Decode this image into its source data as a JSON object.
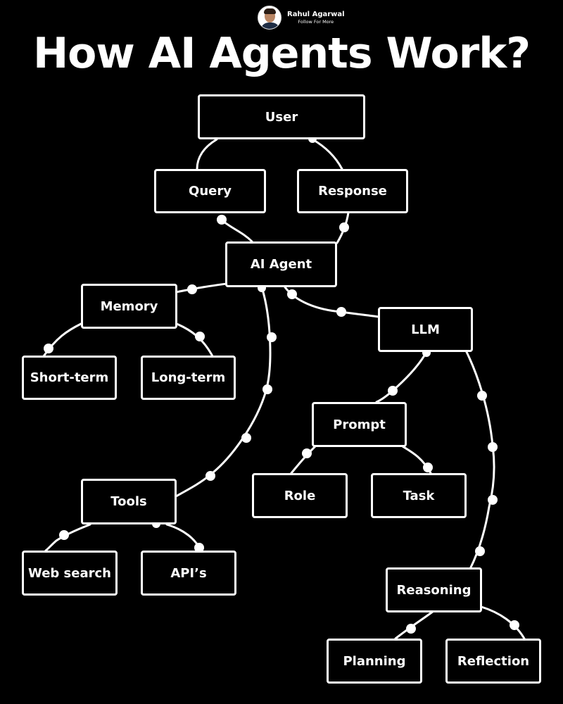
{
  "author": {
    "name": "Rahul Agarwal",
    "subtitle": "Follow For More"
  },
  "title": "How AI Agents Work?",
  "colors": {
    "background": "#000000",
    "foreground": "#ffffff"
  },
  "nodes": {
    "user": "User",
    "query": "Query",
    "response": "Response",
    "ai_agent": "AI Agent",
    "memory": "Memory",
    "short_term": "Short-term",
    "long_term": "Long-term",
    "llm": "LLM",
    "prompt": "Prompt",
    "role": "Role",
    "task": "Task",
    "tools": "Tools",
    "web_search": "Web search",
    "apis": "API’s",
    "reasoning": "Reasoning",
    "planning": "Planning",
    "reflection": "Reflection"
  },
  "edges": [
    {
      "from": "user",
      "to": "query"
    },
    {
      "from": "user",
      "to": "response"
    },
    {
      "from": "query",
      "to": "ai_agent"
    },
    {
      "from": "response",
      "to": "ai_agent"
    },
    {
      "from": "ai_agent",
      "to": "memory"
    },
    {
      "from": "ai_agent",
      "to": "llm"
    },
    {
      "from": "ai_agent",
      "to": "tools"
    },
    {
      "from": "memory",
      "to": "short_term"
    },
    {
      "from": "memory",
      "to": "long_term"
    },
    {
      "from": "llm",
      "to": "prompt"
    },
    {
      "from": "llm",
      "to": "reasoning"
    },
    {
      "from": "prompt",
      "to": "role"
    },
    {
      "from": "prompt",
      "to": "task"
    },
    {
      "from": "tools",
      "to": "web_search"
    },
    {
      "from": "tools",
      "to": "apis"
    },
    {
      "from": "reasoning",
      "to": "planning"
    },
    {
      "from": "reasoning",
      "to": "reflection"
    }
  ]
}
